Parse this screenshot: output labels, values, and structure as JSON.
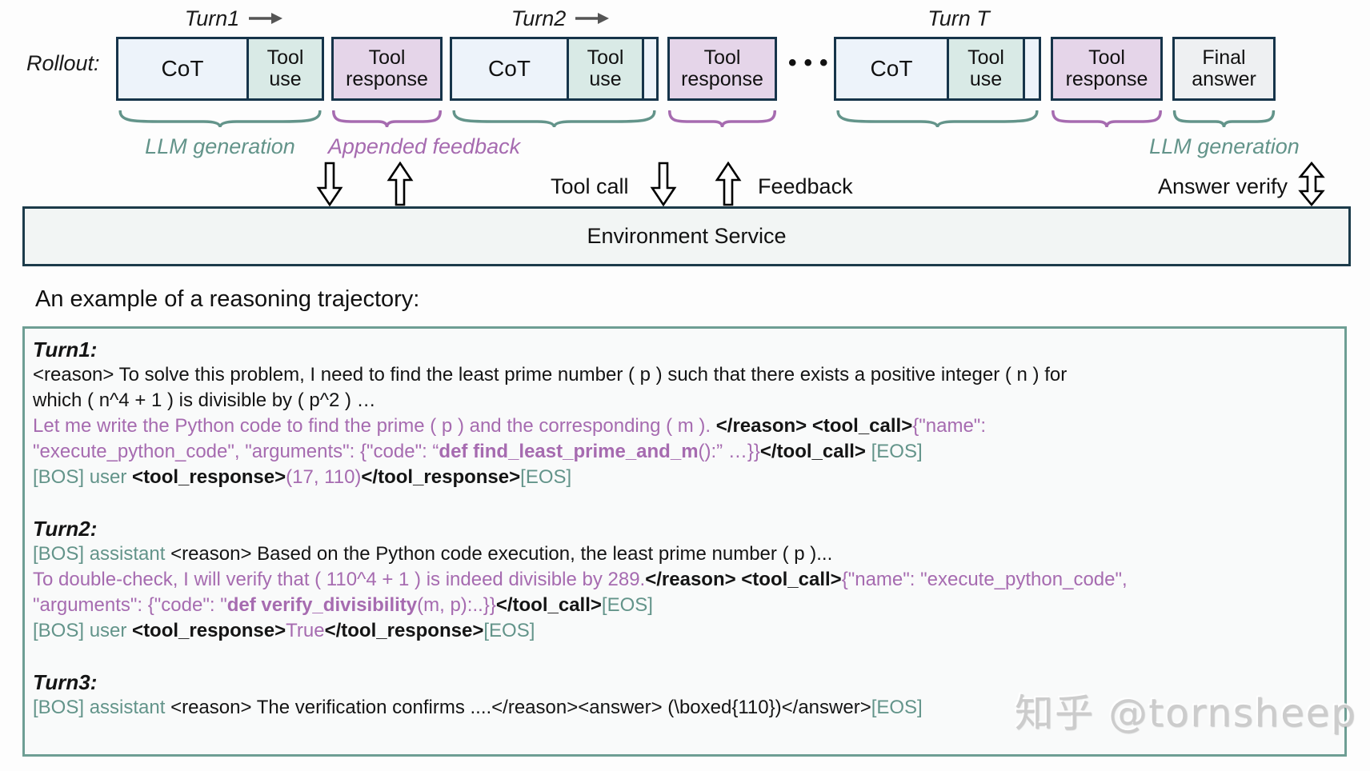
{
  "colors": {
    "teal_accent": "#63948a",
    "purple_accent": "#a66bb0",
    "box_border": "#16344a",
    "cot_fill": "#edf3fa",
    "tool_use_fill": "#d9eae6",
    "tool_response_fill": "#e5d5e9",
    "final_answer_fill": "#eef0f2",
    "env_fill": "#f2f5f4",
    "env_border": "#1c3b4a",
    "trajectory_border": "#6e9e94",
    "watermark_gray": "#cccccc"
  },
  "rollout": {
    "label": "Rollout:",
    "turns": [
      {
        "label": "Turn1"
      },
      {
        "label": "Turn2"
      },
      {
        "label": "Turn T"
      }
    ],
    "box_labels": {
      "cot": "CoT",
      "tool_use": "Tool use",
      "tool_response": "Tool response",
      "final_answer": "Final answer"
    },
    "dots": "•••",
    "brace_labels": {
      "llm_generation": "LLM generation",
      "appended_feedback": "Appended feedback",
      "llm_generation_right": "LLM generation"
    }
  },
  "arrows": {
    "tool_call": "Tool call",
    "feedback": "Feedback",
    "answer_verify": "Answer verify"
  },
  "environment": {
    "label": "Environment Service"
  },
  "example_heading": "An example of a reasoning trajectory:",
  "trajectory": {
    "lines": [
      {
        "segments": [
          {
            "t": "Turn1:",
            "s": "h"
          }
        ]
      },
      {
        "segments": [
          {
            "t": "<reason> To solve this problem, I need to find the least prime number ( p ) such that there exists a positive integer ( n ) for",
            "s": "k"
          }
        ]
      },
      {
        "segments": [
          {
            "t": "which ( n^4 + 1 ) is divisible by ( p^2 ) …",
            "s": "k"
          }
        ]
      },
      {
        "segments": [
          {
            "t": "Let me write the Python code to find the prime ( p ) and the corresponding ( m ). ",
            "s": "p"
          },
          {
            "t": "</reason> <tool_call>",
            "s": "b"
          },
          {
            "t": "{\"name\":",
            "s": "p"
          }
        ]
      },
      {
        "segments": [
          {
            "t": "\"execute_python_code\", \"arguments\": {\"code\": “",
            "s": "p"
          },
          {
            "t": "def find_least_prime_and_m",
            "s": "pb"
          },
          {
            "t": "():” …}}",
            "s": "p"
          },
          {
            "t": "</tool_call> ",
            "s": "b"
          },
          {
            "t": "[EOS]",
            "s": "g"
          }
        ]
      },
      {
        "segments": [
          {
            "t": "[BOS] user ",
            "s": "g"
          },
          {
            "t": "<tool_response>",
            "s": "b"
          },
          {
            "t": "(17, 110)",
            "s": "p"
          },
          {
            "t": "</tool_response>",
            "s": "b"
          },
          {
            "t": "[EOS]",
            "s": "g"
          }
        ]
      },
      {
        "segments": []
      },
      {
        "segments": [
          {
            "t": "Turn2:",
            "s": "h"
          }
        ]
      },
      {
        "segments": [
          {
            "t": "[BOS] assistant ",
            "s": "g"
          },
          {
            "t": "<reason> Based on the Python code execution, the least prime number ( p )...",
            "s": "k"
          }
        ]
      },
      {
        "segments": [
          {
            "t": "To double-check, I will verify that ( 110^4 + 1 ) is indeed divisible by 289.",
            "s": "p"
          },
          {
            "t": "</reason> <tool_call>",
            "s": "b"
          },
          {
            "t": "{\"name\": \"execute_python_code\",",
            "s": "p"
          }
        ]
      },
      {
        "segments": [
          {
            "t": "\"arguments\": {\"code\": \"",
            "s": "p"
          },
          {
            "t": "def verify_divisibility",
            "s": "pb"
          },
          {
            "t": "(m, p):..}}",
            "s": "p"
          },
          {
            "t": "</tool_call>",
            "s": "b"
          },
          {
            "t": "[EOS]",
            "s": "g"
          }
        ]
      },
      {
        "segments": [
          {
            "t": "[BOS] user ",
            "s": "g"
          },
          {
            "t": "<tool_response>",
            "s": "b"
          },
          {
            "t": "True",
            "s": "p"
          },
          {
            "t": "</tool_response>",
            "s": "b"
          },
          {
            "t": "[EOS]",
            "s": "g"
          }
        ]
      },
      {
        "segments": []
      },
      {
        "segments": [
          {
            "t": "Turn3:",
            "s": "h"
          }
        ]
      },
      {
        "segments": [
          {
            "t": "[BOS] assistant ",
            "s": "g"
          },
          {
            "t": "<reason> The verification confirms ....</reason><answer> (\\boxed{110})</answer>",
            "s": "k"
          },
          {
            "t": "[EOS]",
            "s": "g"
          }
        ]
      }
    ]
  },
  "watermark": "知乎 @tornsheep"
}
